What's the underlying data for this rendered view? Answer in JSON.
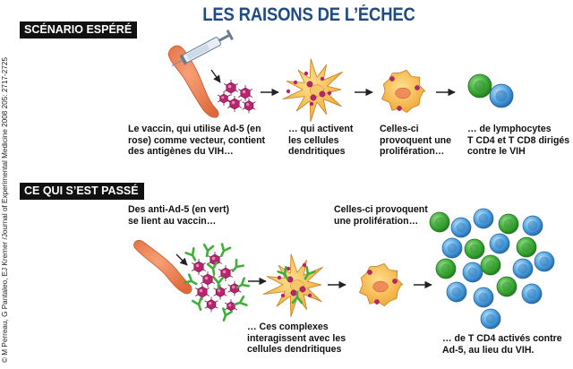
{
  "title": "LES RAISONS DE L’ÉCHEC",
  "credit": "© M Perreau, G Pantaleo, EJ Kremer /Journal of Experimental  Medicine 2008 205: 2717-2725",
  "scenario": {
    "label": "SCÉNARIO ESPÉRÉ",
    "captions": {
      "vaccine": "Le vaccin, qui utilise Ad-5 (en\nrose) comme vecteur, contient\ndes antigènes du VIH…",
      "dendritic": "… qui activent\nles cellules\ndendritiques",
      "proliferation": "Celles-ci\nprovoquent une\nprolifération…",
      "lymphocytes": "… de lymphocytes\nT CD4 et T CD8 dirigés\ncontre le VIH"
    }
  },
  "actual": {
    "label": "CE QUI S’EST PASSÉ",
    "captions": {
      "antibodies": "Des anti-Ad-5 (en vert)\nse lient au vaccin…",
      "proliferation": "Celles-ci provoquent\nune prolifération…",
      "complexes": "… Ces complexes\ninteragissent avec les\ncellules dendritiques",
      "cd4": "… de T CD4 activés contre\nAd-5, au lieu du VIH."
    }
  },
  "colors": {
    "title": "#1e4a86",
    "arm": "#e87a4e",
    "virus": "#b8246e",
    "antibody": "#3fae3a",
    "dendritic": "#f2b446",
    "cd4": "#37a845",
    "cd8": "#3d8fd0"
  }
}
